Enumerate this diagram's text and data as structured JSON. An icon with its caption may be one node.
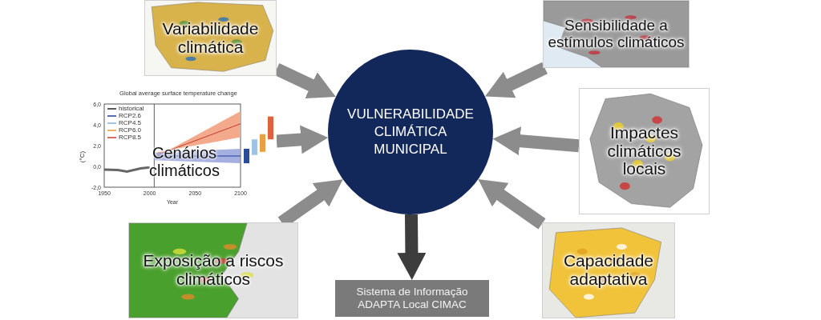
{
  "diagram": {
    "nodes": [
      {
        "text": [
          "Variabilidade climática"
        ]
      },
      {
        "text": [
          "Sensibilidade a estímulos climáticos"
        ]
      },
      {
        "text": [
          "Cenários climáticos"
        ]
      },
      {
        "text": [
          "VULNERABILIDADE CLIMÁTICA MUNICIPAL"
        ]
      },
      {
        "text": [
          "Impactes climáticos locais"
        ]
      },
      {
        "text": [
          "Exposição a riscos climáticos"
        ]
      },
      {
        "text": [
          "Capacidade adaptativa"
        ]
      },
      {
        "text": [
          "Sistema de Informação ADAPTA Local CIMAC"
        ]
      }
    ],
    "edges": [
      {
        "from": 0,
        "to": 3,
        "arrow": "to"
      },
      {
        "from": 1,
        "to": 3,
        "arrow": "to"
      },
      {
        "from": 2,
        "to": 3,
        "arrow": "to"
      },
      {
        "from": 4,
        "to": 3,
        "arrow": "to"
      },
      {
        "from": 5,
        "to": 3,
        "arrow": "to"
      },
      {
        "from": 6,
        "to": 3,
        "arrow": "to"
      },
      {
        "from": 3,
        "to": 7,
        "arrow": "to",
        "color": "#3d3d3d"
      }
    ],
    "labels": [
      "Global average surface temperature change",
      "historical",
      "RCP2.6",
      "RCP4.5",
      "RCP6.0",
      "RCP8.5",
      "(°C)",
      "6,0",
      "4,0",
      "2,0",
      "0,0",
      "-2,0",
      "1950",
      "2000",
      "2050",
      "2100",
      "Year"
    ]
  }
}
